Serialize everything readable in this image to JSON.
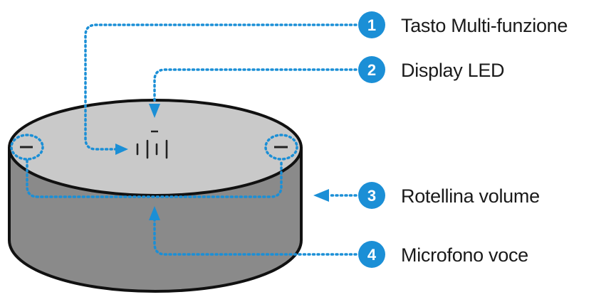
{
  "colors": {
    "accent": "#1b8fd6",
    "body_side": "#8a8a8a",
    "body_top": "#c9c9c9",
    "outline": "#111111",
    "label_text": "#1a1a1a"
  },
  "device": {
    "led_glyph": "ılıl"
  },
  "callouts": [
    {
      "number": "1",
      "label": "Tasto Multi-funzione",
      "icon": "number-badge-icon"
    },
    {
      "number": "2",
      "label": "Display LED",
      "icon": "number-badge-icon"
    },
    {
      "number": "3",
      "label": "Rotellina volume",
      "icon": "number-badge-icon"
    },
    {
      "number": "4",
      "label": "Microfono voce",
      "icon": "number-badge-icon"
    }
  ]
}
